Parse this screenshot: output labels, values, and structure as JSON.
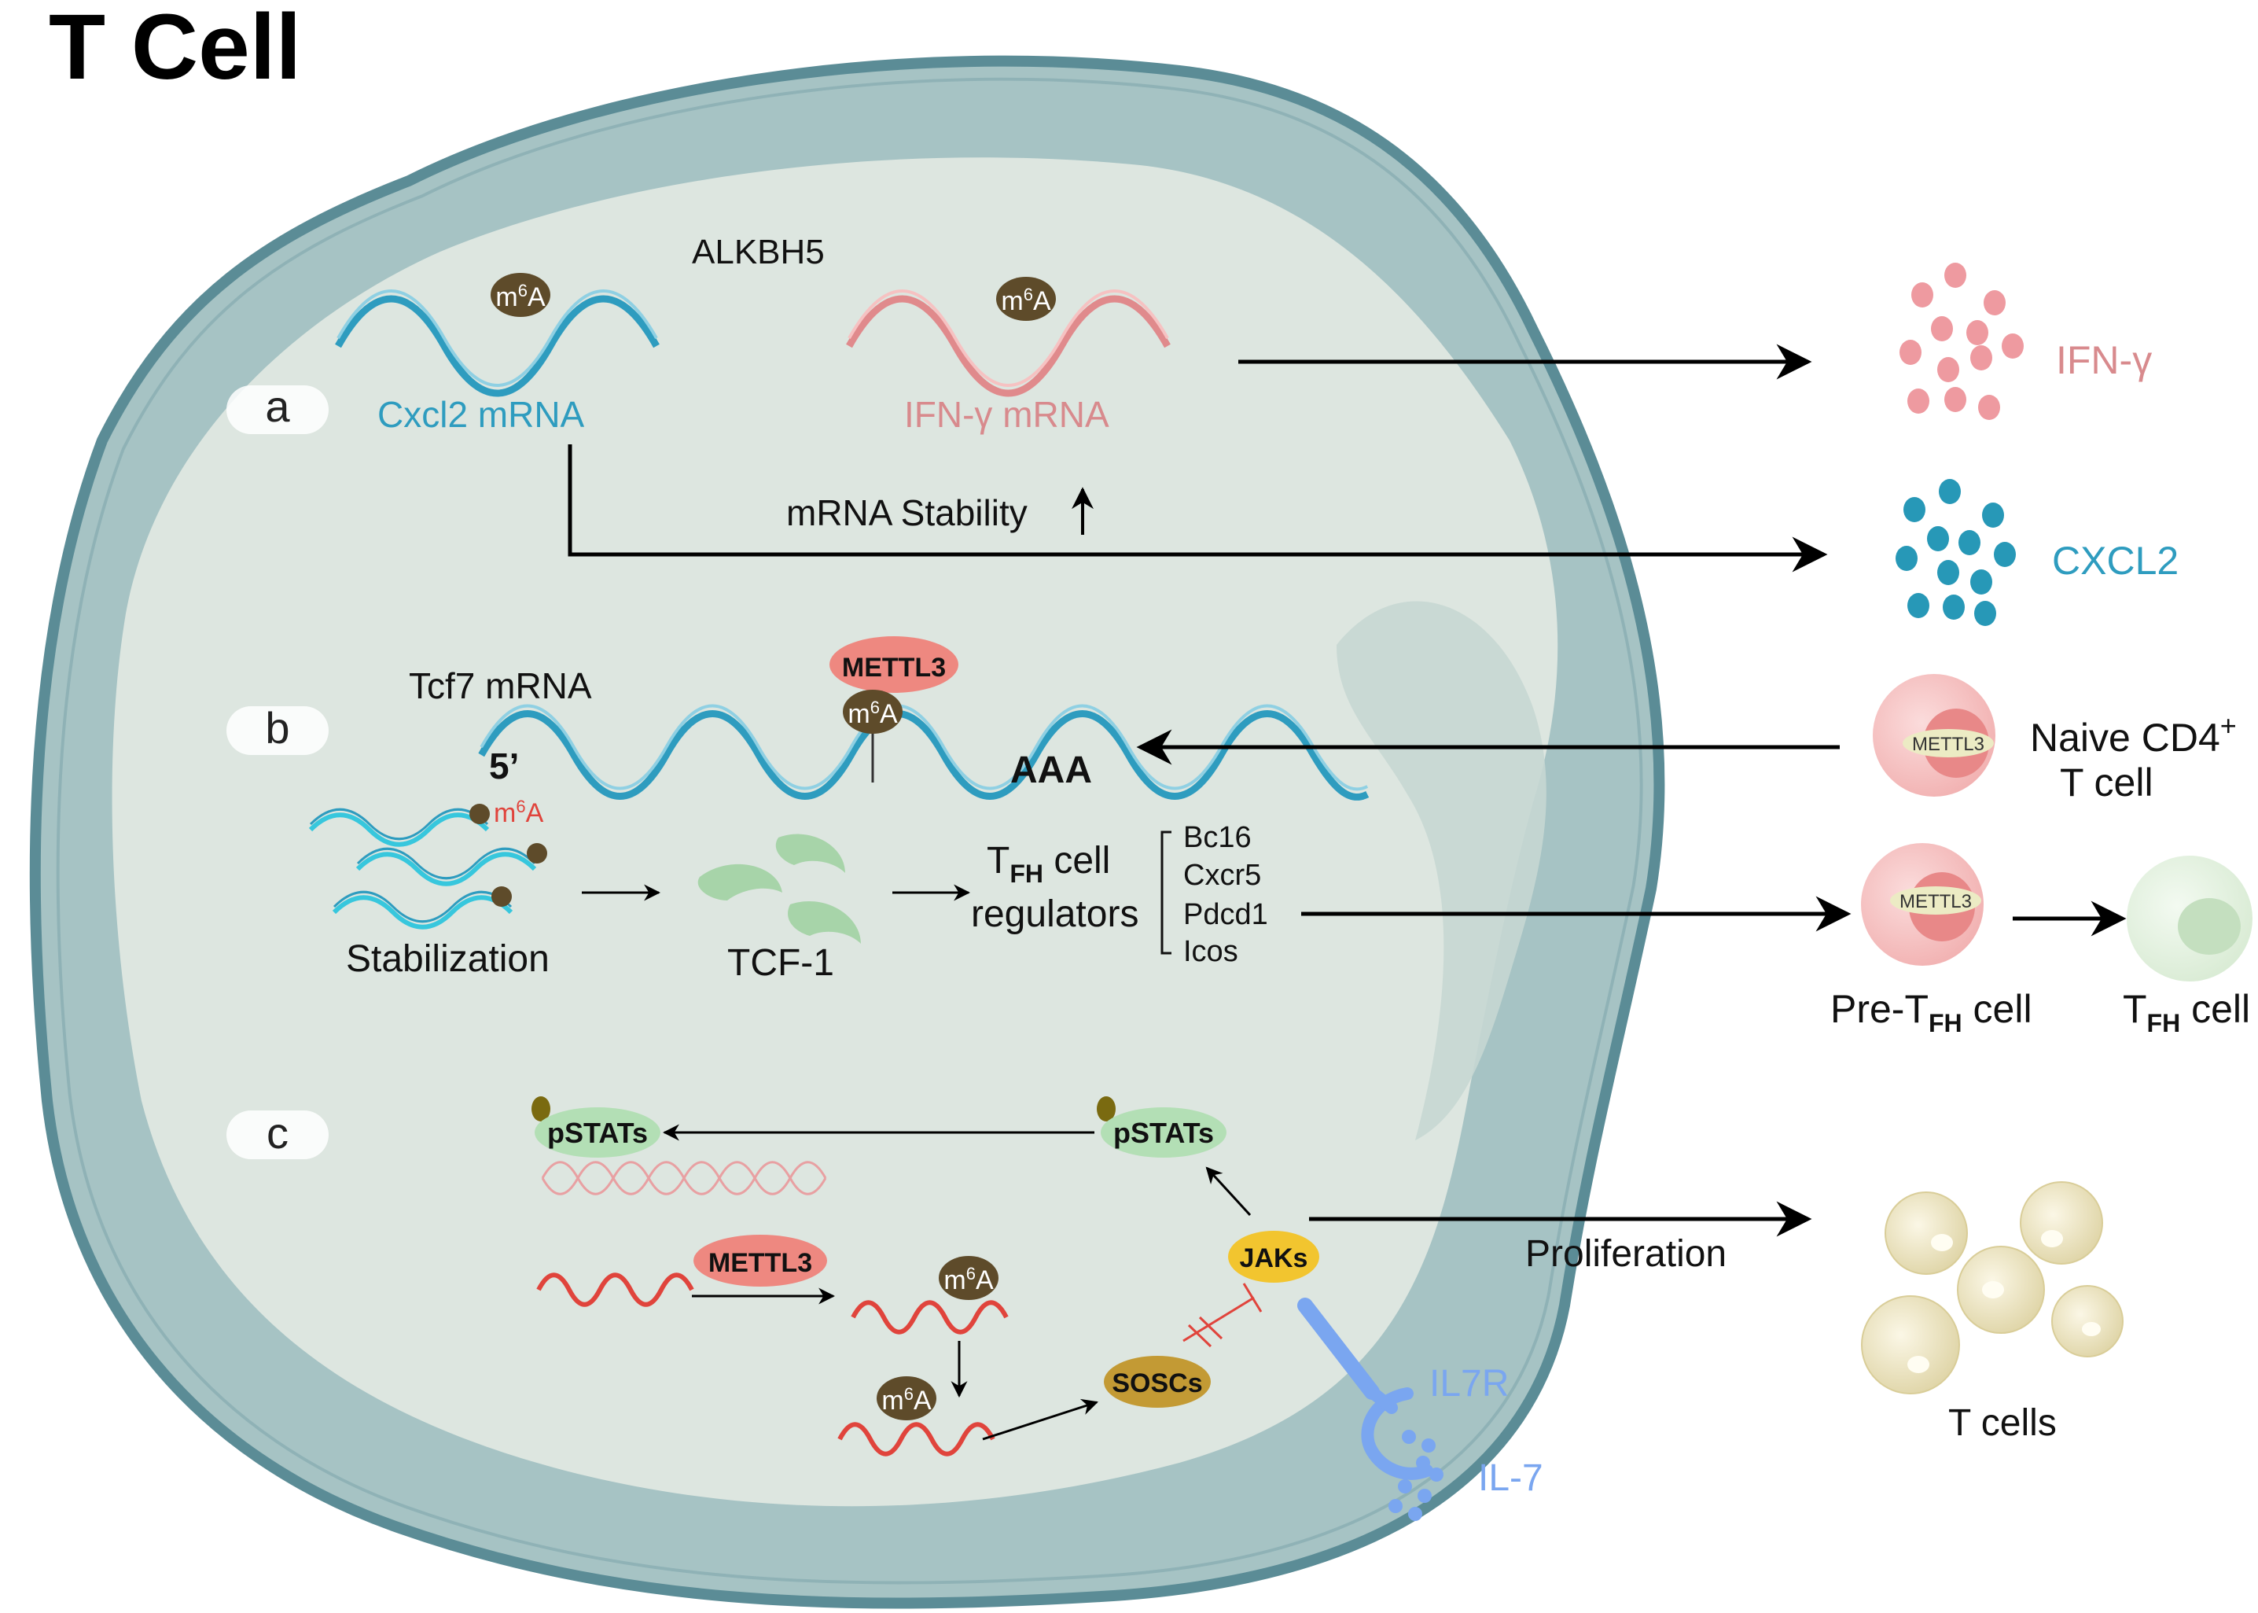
{
  "title": "T Cell",
  "colors": {
    "membrane_outer": "#a6c3c4",
    "membrane_line": "#5b8c96",
    "cytoplasm": "#dde6e0",
    "nucleus_like": "#c6d7d3",
    "teal": "#2e9cbf",
    "pink_text": "#d88a8d",
    "pink_dot": "#ee9aa0",
    "teal_dot": "#2798b7",
    "m6a": "#5e4b2a",
    "mettl3": "#ee8880",
    "tcf1": "#a7d4a9",
    "pstats": "#b3dfb5",
    "jaks": "#f2c52f",
    "soscs": "#c39a34",
    "il7r": "#7aa6f0",
    "red_mrna": "#e0443c",
    "t_cell": "#efe9c8"
  },
  "labels": {
    "section_a": "a",
    "section_b": "b",
    "section_c": "c",
    "alkbh5": "ALKBH5",
    "m6a": "m",
    "m6a_sup": "6",
    "m6a_tail": "A",
    "cxcl2_mrna": "Cxcl2 mRNA",
    "ifng_mrna": "IFN-γ mRNA",
    "mrna_stability": "mRNA Stability",
    "ifng": "IFN-γ",
    "cxcl2": "CXCL2",
    "tcf7_mrna": "Tcf7 mRNA",
    "mettl3": "METTL3",
    "five_prime": "5’",
    "aaa": "AAA",
    "stabilization": "Stabilization",
    "tcf1": "TCF-1",
    "tfh_t": "T",
    "tfh_sub": "FH",
    "tfh_cell_word": " cell",
    "regulators": "regulators",
    "genes": [
      "Bc16",
      "Cxcr5",
      "Pdcd1",
      "Icos"
    ],
    "naive_cd4": "Naive CD4",
    "naive_plus": "+",
    "t_cell": "T cell",
    "pre_prefix": "Pre-T",
    "pre_fh": "FH",
    "pre_cell": " cell",
    "tfh_cell_t": "T",
    "tfh_cell_fh": "FH",
    "tfh_cell_cell": " cell",
    "pstats": "pSTATs",
    "jaks": "JAKs",
    "soscs": "SOSCs",
    "il7r": "IL7R",
    "il7": "IL-7",
    "proliferation": "Proliferation",
    "t_cells": "T cells"
  }
}
